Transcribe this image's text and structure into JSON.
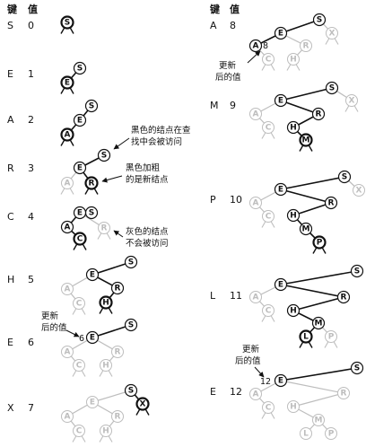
{
  "headers": {
    "key": "键",
    "value": "值"
  },
  "steps": [
    {
      "key": "S",
      "value": "0"
    },
    {
      "key": "E",
      "value": "1"
    },
    {
      "key": "A",
      "value": "2"
    },
    {
      "key": "R",
      "value": "3"
    },
    {
      "key": "C",
      "value": "4"
    },
    {
      "key": "H",
      "value": "5"
    },
    {
      "key": "E",
      "value": "6"
    },
    {
      "key": "X",
      "value": "7"
    },
    {
      "key": "A",
      "value": "8"
    },
    {
      "key": "M",
      "value": "9"
    },
    {
      "key": "P",
      "value": "10"
    },
    {
      "key": "L",
      "value": "11"
    },
    {
      "key": "E",
      "value": "12"
    }
  ],
  "annotations": {
    "visited_black": [
      "黑色的结点在查",
      "找中会被访问"
    ],
    "new_node_bold": [
      "黑色加粗",
      "的是新结点"
    ],
    "unvisited_gray": [
      "灰色的结点",
      "不会被访问"
    ],
    "updated_value": [
      "更新",
      "后的值"
    ]
  },
  "updated_values": {
    "e6": "6",
    "a8": "8",
    "e12": "12"
  }
}
